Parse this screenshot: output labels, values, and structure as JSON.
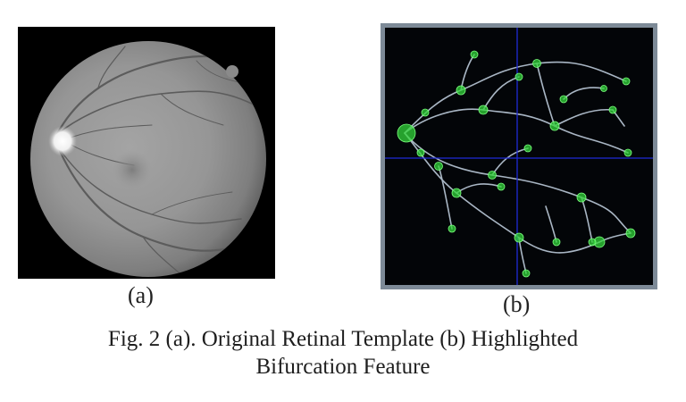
{
  "figure": {
    "panel_a_label": "(a)",
    "panel_b_label": "(b)",
    "caption_line_1": "Fig. 2 (a). Original Retinal Template (b) Highlighted",
    "caption_line_2": "Bifurcation Feature"
  },
  "colors": {
    "fundus_background": "#000000",
    "fundus_disc": "#9a9a9a",
    "optic_disc": "#f4f4f4",
    "vessel_dark": "#5c5c5c",
    "template_background": "#030508",
    "template_border": "#7d8a97",
    "template_vessel": "#a9b6c4",
    "bifurcation_marker": "#33d63a",
    "crosshair": "#1f2bd6"
  }
}
